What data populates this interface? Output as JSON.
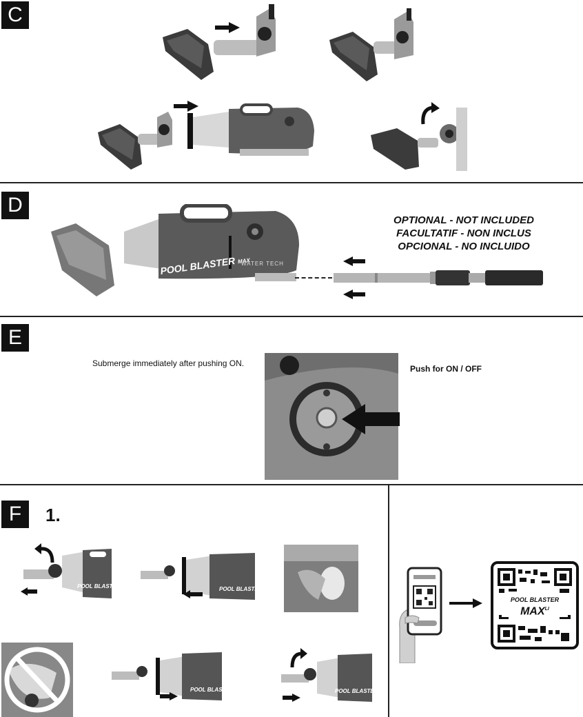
{
  "sections": {
    "c": {
      "tag": "C"
    },
    "d": {
      "tag": "D",
      "optional_lines": [
        "OPTIONAL - NOT INCLUDED",
        "FACULTATIF - NON INCLUS",
        "OPCIONAL - NO INCLUIDO"
      ],
      "product_name": "POOL BLASTER",
      "product_model": "MAX",
      "brand": "WATER TECH"
    },
    "e": {
      "tag": "E",
      "submerge_text": "Submerge immediately after pushing ON.",
      "push_text": "Push for ON / OFF"
    },
    "f": {
      "tag": "F",
      "step": "1.",
      "product_label": "POOL BLASTER"
    }
  },
  "qr_panel": {
    "product_name": "POOL BLASTER",
    "product_model": "MAX",
    "product_suffix": "LI"
  },
  "icons": [
    "arrow-right-icon",
    "arrow-left-icon",
    "curved-arrow-icon",
    "prohibited-icon",
    "phone-icon",
    "qr-code-icon",
    "hand-icon"
  ],
  "colors": {
    "ink": "#111111",
    "photo_gray": "#8a8a8a",
    "device_dark": "#4a4a4a"
  }
}
